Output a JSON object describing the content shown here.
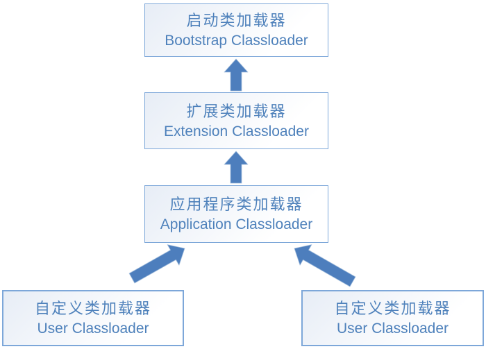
{
  "diagram": {
    "nodes": {
      "bootstrap": {
        "label_zh": "启动类加载器",
        "label_en": "Bootstrap Classloader"
      },
      "extension": {
        "label_zh": "扩展类加载器",
        "label_en": "Extension Classloader"
      },
      "application": {
        "label_zh": "应用程序类加载器",
        "label_en": "Application Classloader"
      },
      "user_left": {
        "label_zh": "自定义类加载器",
        "label_en": "User Classloader"
      },
      "user_right": {
        "label_zh": "自定义类加载器",
        "label_en": "User Classloader"
      }
    },
    "edges": [
      {
        "from": "extension",
        "to": "bootstrap",
        "style": "straight-up"
      },
      {
        "from": "application",
        "to": "extension",
        "style": "straight-up"
      },
      {
        "from": "user_left",
        "to": "application",
        "style": "diagonal-up-right"
      },
      {
        "from": "user_right",
        "to": "application",
        "style": "diagonal-up-left"
      }
    ],
    "colors": {
      "arrow": "#4d7ebd",
      "box_border": "#7da7d9",
      "text": "#4e81bb",
      "box_bg_from": "#e7edf6",
      "box_bg_to": "#ffffff"
    }
  }
}
